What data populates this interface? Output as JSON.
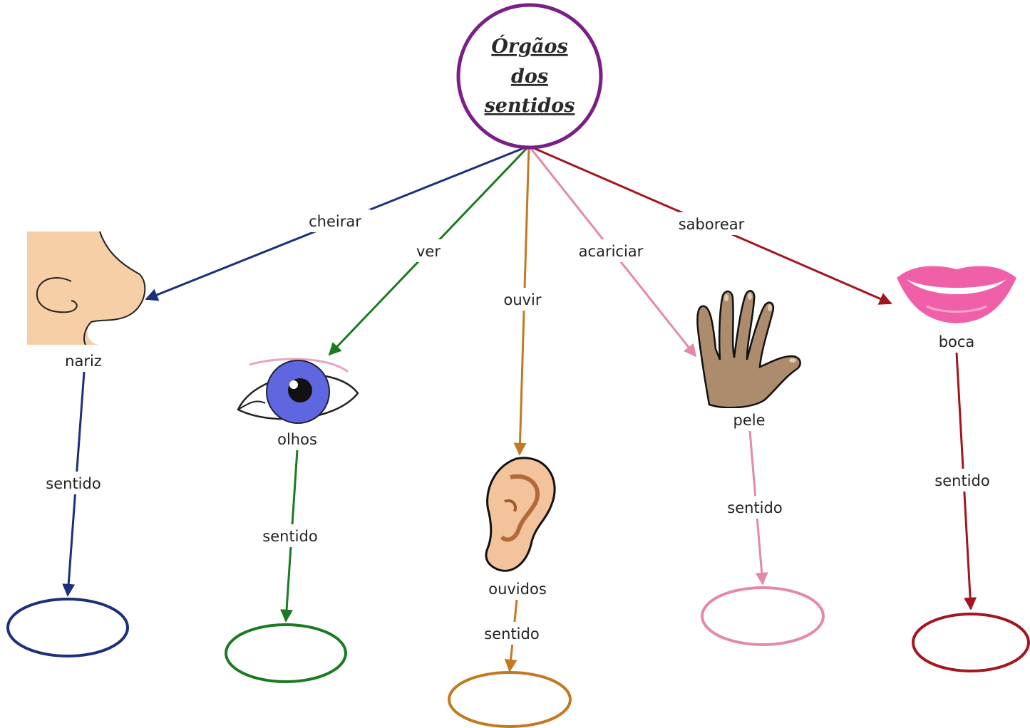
{
  "title_lines": [
    "Órgãos",
    "dos",
    "sentidos"
  ],
  "colors": {
    "title_circle": "#7a1f86",
    "nariz": "#1e2f7a",
    "olhos": "#1b7a22",
    "ouvidos": "#c27a22",
    "pele": "#e58aa6",
    "boca": "#a3151f"
  },
  "branches": [
    {
      "id": "nariz",
      "verb": "cheirar",
      "organ": "nariz",
      "icon": "nose-icon",
      "sense_label": "sentido",
      "answer": ""
    },
    {
      "id": "olhos",
      "verb": "ver",
      "organ": "olhos",
      "icon": "eye-icon",
      "sense_label": "sentido",
      "answer": ""
    },
    {
      "id": "ouvidos",
      "verb": "ouvir",
      "organ": "ouvidos",
      "icon": "ear-icon",
      "sense_label": "sentido",
      "answer": ""
    },
    {
      "id": "pele",
      "verb": "acariciar",
      "organ": "pele",
      "icon": "hand-icon",
      "sense_label": "sentido",
      "answer": ""
    },
    {
      "id": "boca",
      "verb": "saborear",
      "organ": "boca",
      "icon": "lips-icon",
      "sense_label": "sentido",
      "answer": ""
    }
  ]
}
